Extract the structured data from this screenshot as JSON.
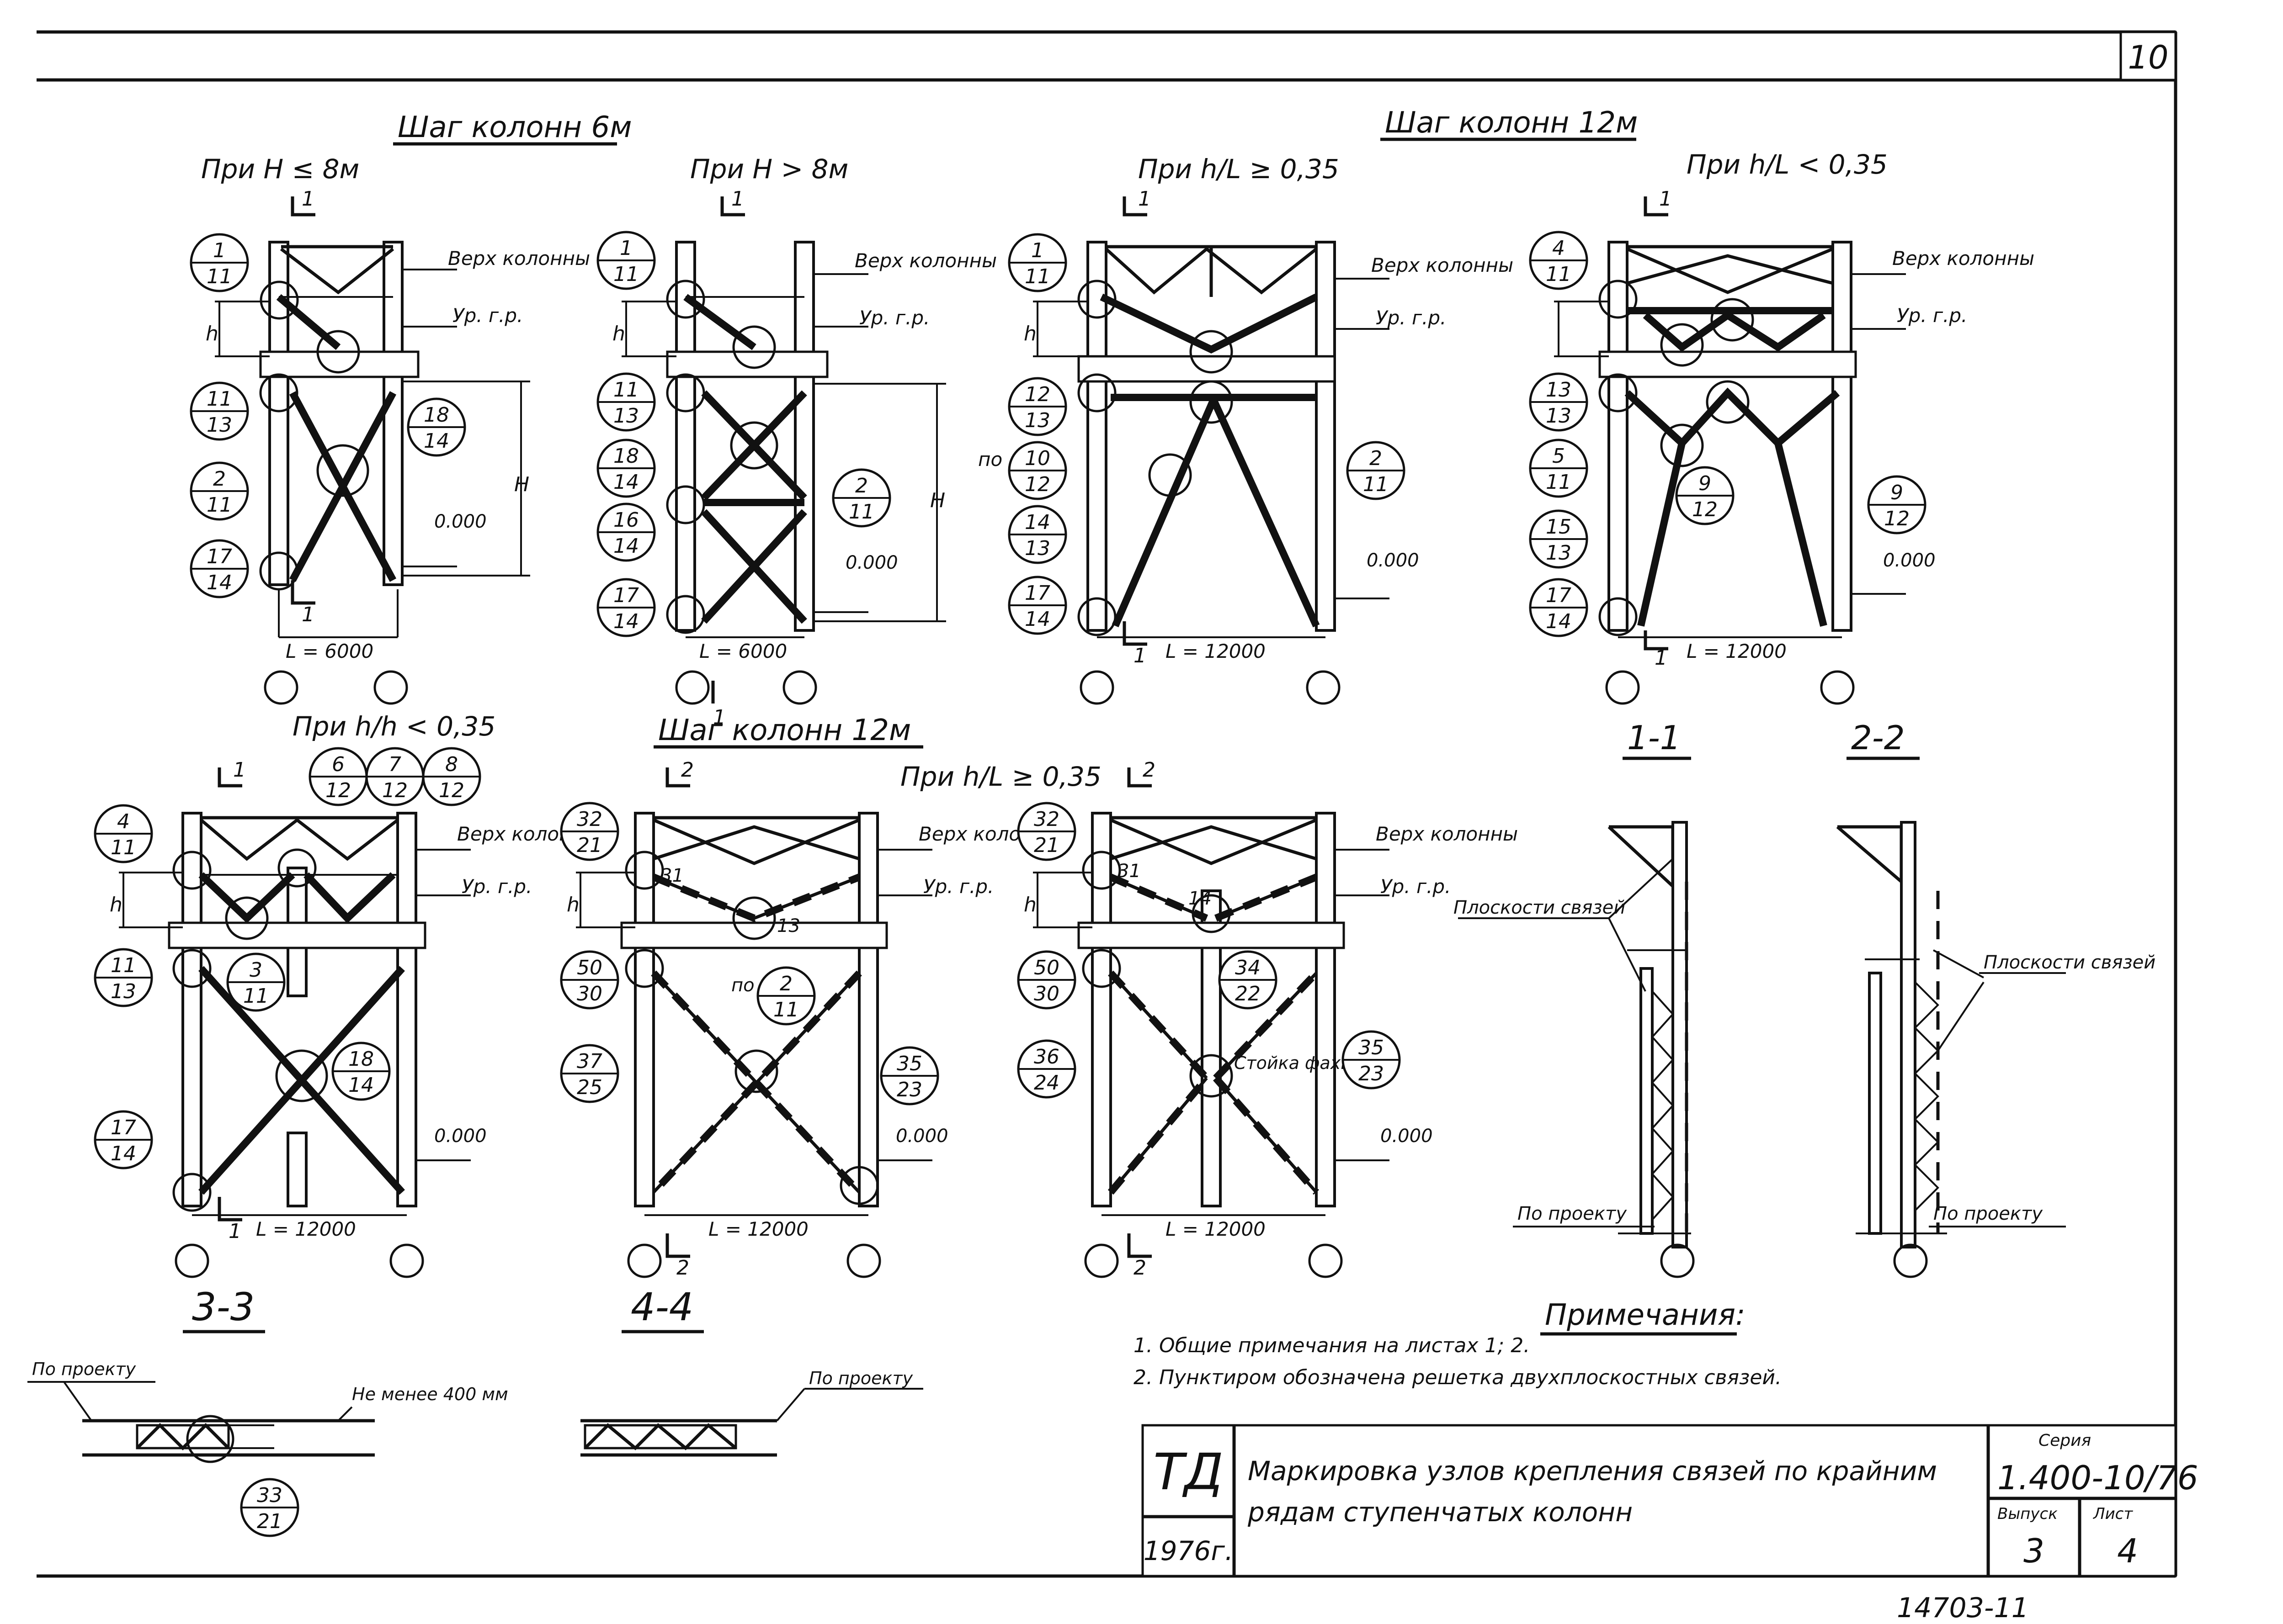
{
  "sheet_number": "10",
  "headers": {
    "step6": "Шаг колонн 6м",
    "step12_top": "Шаг колонн 12м",
    "step12_bottom": "Шаг колонн 12м"
  },
  "conditions": {
    "a": "При H ≤ 8м",
    "b": "При H > 8м",
    "c": "При h/L ≥ 0,35",
    "d": "При h/L < 0,35",
    "e": "При h/h < 0,35",
    "f": "При h/L ≥ 0,35"
  },
  "labels": {
    "top_col": "Верх колонны",
    "crane": "Ур. г.р.",
    "zero": "0.000",
    "h": "h",
    "H": "H",
    "L6000": "L = 6000",
    "L12000": "L = 12000",
    "po": "по",
    "stoyka": "Стойка фахверка",
    "planes": "Плоскости связей",
    "po_proektu": "По проекту",
    "ne_menee": "Не менее 400 мм"
  },
  "sections": {
    "s11": "1-1",
    "s22": "2-2",
    "s33": "3-3",
    "s44": "4-4",
    "cut1": "1",
    "cut2": "2"
  },
  "markers": {
    "a": [
      {
        "n": "1",
        "d": "11"
      },
      {
        "n": "11",
        "d": "13"
      },
      {
        "n": "2",
        "d": "11"
      },
      {
        "n": "17",
        "d": "14"
      },
      {
        "n": "18",
        "d": "14"
      }
    ],
    "b": [
      {
        "n": "1",
        "d": "11"
      },
      {
        "n": "11",
        "d": "13"
      },
      {
        "n": "18",
        "d": "14"
      },
      {
        "n": "16",
        "d": "14"
      },
      {
        "n": "17",
        "d": "14"
      },
      {
        "n": "2",
        "d": "11"
      }
    ],
    "c": [
      {
        "n": "1",
        "d": "11"
      },
      {
        "n": "12",
        "d": "13"
      },
      {
        "n": "10",
        "d": "12"
      },
      {
        "n": "14",
        "d": "13"
      },
      {
        "n": "17",
        "d": "14"
      },
      {
        "n": "2",
        "d": "11"
      }
    ],
    "d": [
      {
        "n": "4",
        "d": "11"
      },
      {
        "n": "13",
        "d": "13"
      },
      {
        "n": "5",
        "d": "11"
      },
      {
        "n": "15",
        "d": "13"
      },
      {
        "n": "17",
        "d": "14"
      },
      {
        "n": "9",
        "d": "12"
      },
      {
        "n": "9",
        "d": "12"
      }
    ],
    "e": [
      {
        "n": "4",
        "d": "11"
      },
      {
        "n": "11",
        "d": "13"
      },
      {
        "n": "3",
        "d": "11"
      },
      {
        "n": "17",
        "d": "14"
      },
      {
        "n": "18",
        "d": "14"
      },
      {
        "n": "6",
        "d": "12"
      },
      {
        "n": "7",
        "d": "12"
      },
      {
        "n": "8",
        "d": "12"
      }
    ],
    "f": [
      {
        "n": "32",
        "d": "21"
      },
      {
        "n": "50",
        "d": "30"
      },
      {
        "n": "37",
        "d": "25"
      },
      {
        "n": "2",
        "d": "11"
      },
      {
        "n": "35",
        "d": "23"
      }
    ],
    "g": [
      {
        "n": "32",
        "d": "21"
      },
      {
        "n": "50",
        "d": "30"
      },
      {
        "n": "36",
        "d": "24"
      },
      {
        "n": "34",
        "d": "22"
      },
      {
        "n": "35",
        "d": "23"
      }
    ],
    "detail": {
      "n": "33",
      "d": "21"
    },
    "inline": {
      "n31": "31",
      "n13": "13",
      "n14": "14"
    }
  },
  "notes": {
    "title": "Примечания:",
    "items": [
      "1. Общие примечания на листах 1; 2.",
      "2. Пунктиром обозначена решетка двухплоскостных связей."
    ]
  },
  "title_block": {
    "logo": "ТД",
    "year": "1976г.",
    "title_line1": "Маркировка узлов крепления связей по крайним",
    "title_line2": "рядам ступенчатых колонн",
    "series_label": "Серия",
    "series": "1.400-10/76",
    "issue_label": "Выпуск",
    "issue": "3",
    "sheet_label": "Лист",
    "sheet": "4"
  },
  "footer_number": "14703-11"
}
